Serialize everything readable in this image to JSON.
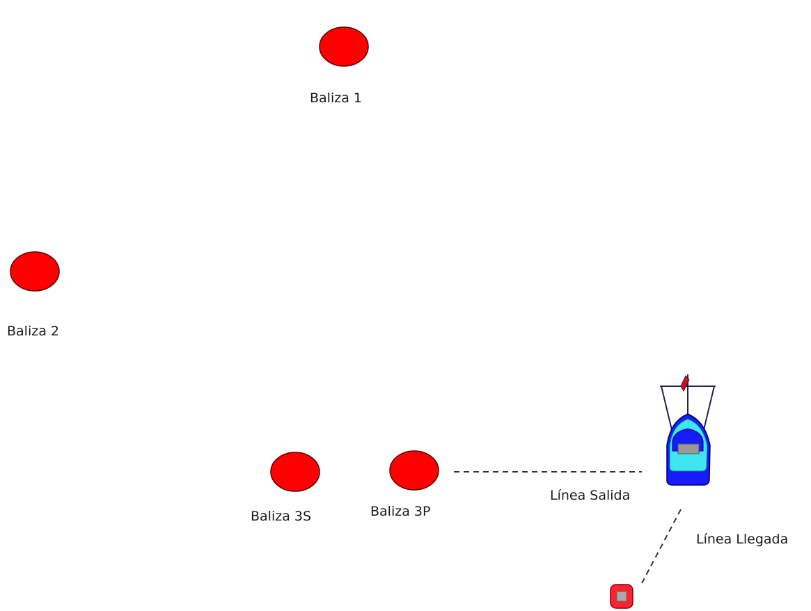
{
  "marks": {
    "baliza_1": "Baliza 1",
    "baliza_2": "Baliza 2",
    "baliza_3s": "Baliza 3S",
    "baliza_3p": "Baliza 3P"
  },
  "lines": {
    "salida": "Línea Salida",
    "llegada": "Línea Llegada"
  },
  "colors": {
    "buoy_fill": "#ff0000",
    "buoy_stroke": "#5a0000",
    "hull_dark": "#1a1aff",
    "hull_light": "#3ee6f0",
    "line": "#333333"
  }
}
